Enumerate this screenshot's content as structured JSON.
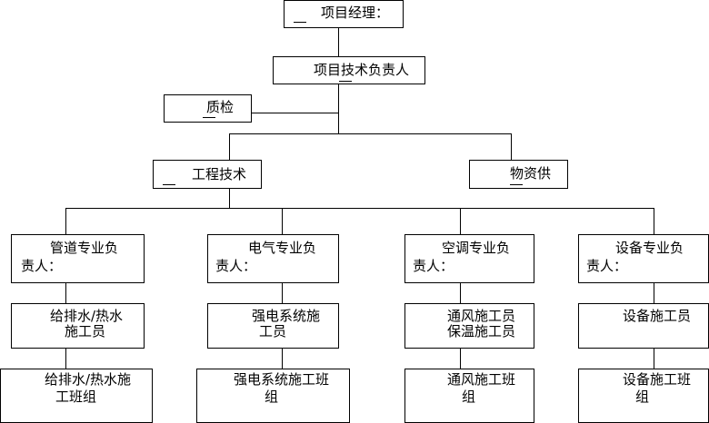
{
  "org_chart": {
    "pm": "项目经理：",
    "tech_lead": "项目技术负责人",
    "qc": "质检",
    "eng_tech": "工程技术",
    "materials": "物资供",
    "pipe_resp_1": "管道专业负",
    "pipe_resp_2": "责人：",
    "elec_resp_1": "电气专业负",
    "elec_resp_2": "责人：",
    "ac_resp_1": "空调专业负",
    "ac_resp_2": "责人：",
    "equip_resp_1": "设备专业负",
    "equip_resp_2": "责人：",
    "pipe_worker_1": "给排水/热水",
    "pipe_worker_2": "施工员",
    "elec_worker_1": "强电系统施",
    "elec_worker_2": "工员",
    "ac_worker_1": "通风施工员",
    "ac_worker_2": "保温施工员",
    "equip_worker": "设备施工员",
    "pipe_team_1": "给排水/热水施",
    "pipe_team_2": "工班组",
    "elec_team_1": "强电系统施工班",
    "elec_team_2": "组",
    "ac_team_1": "通风施工班",
    "ac_team_2": "组",
    "equip_team_1": "设备施工班",
    "equip_team_2": "组"
  }
}
